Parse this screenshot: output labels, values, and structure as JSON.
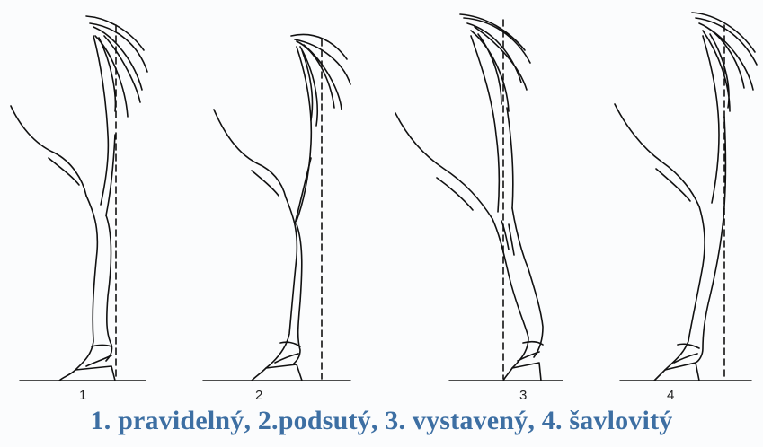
{
  "figures": [
    {
      "number": "1"
    },
    {
      "number": "2"
    },
    {
      "number": "3"
    },
    {
      "number": "4"
    }
  ],
  "caption": "1. pravidelný, 2.podsutý, 3. vystavený, 4. šavlovitý",
  "colors": {
    "caption": "#3d6fa3",
    "lines": "#111111",
    "background": "#fbfcfd"
  }
}
